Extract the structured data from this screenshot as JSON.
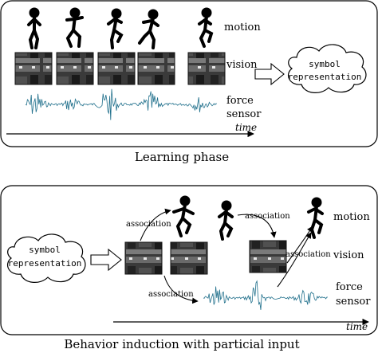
{
  "learning": {
    "caption": "Learning phase",
    "labels": {
      "motion": "motion",
      "vision": "vision",
      "force_line1": "force",
      "force_line2": "sensor",
      "time": "time"
    },
    "symbol_line1": "symbol",
    "symbol_line2": "representation"
  },
  "behavior": {
    "caption": "Behavior induction with particial input",
    "labels": {
      "motion": "motion",
      "vision": "vision",
      "force_line1": "force",
      "force_line2": "sensor",
      "time": "time"
    },
    "symbol_line1": "symbol",
    "symbol_line2": "representation",
    "association_1": "association",
    "association_2": "association",
    "association_3": "association",
    "association_4": "association"
  },
  "colors": {
    "waveform": "#1f6f8b",
    "frame": "#555555",
    "line": "#000000"
  }
}
